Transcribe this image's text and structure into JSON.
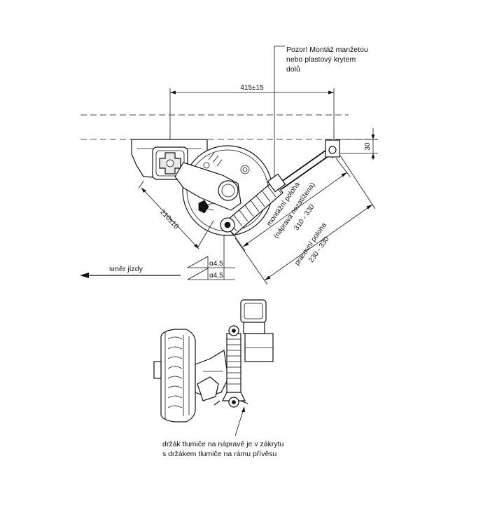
{
  "labels": {
    "warning_line1": "Pozor! Montáž manžetou",
    "warning_line2": "nebo plastový krytem",
    "warning_line3": "dolů",
    "dim_top": "415±15",
    "dim_30": "30",
    "dim_210": "210±10",
    "mount_line1": "montážní poloha",
    "mount_line2": "(náprava nezatížena)",
    "mount_range": "310 - 330",
    "work_line1": "pracovní poloha",
    "work_range": "230 - 330",
    "angle1": "α4,5",
    "angle2": "α4,5",
    "direction": "směr jízdy",
    "bottom_line1": "držák tlumiče na nápravě je v zákrytu",
    "bottom_line2": "s držákem tlumiče na rámu přívěsu"
  }
}
